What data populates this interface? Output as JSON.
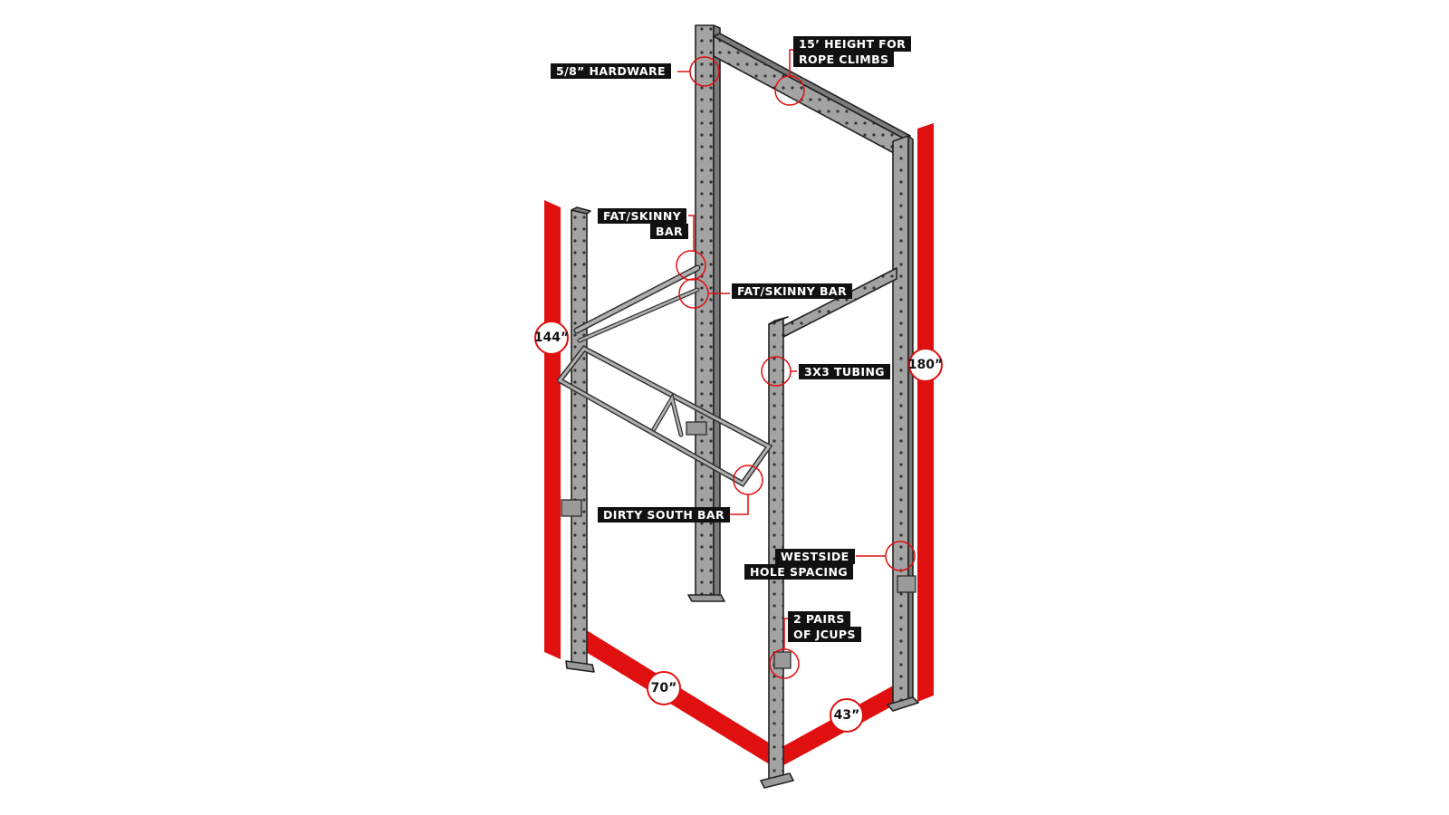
{
  "callouts": {
    "hardware": "5/8” HARDWARE",
    "rope_line1": "15’ HEIGHT FOR",
    "rope_line2": "ROPE CLIMBS",
    "fat_skinny_left_line1": "FAT/SKINNY",
    "fat_skinny_left_line2": "BAR",
    "fat_skinny_right": "FAT/SKINNY BAR",
    "tubing": "3X3 TUBING",
    "dirty_south": "DIRTY SOUTH BAR",
    "westside_line1": "WESTSIDE",
    "westside_line2": "HOLE SPACING",
    "jcups_line1": "2 PAIRS",
    "jcups_line2": "OF JCUPS"
  },
  "dimensions": {
    "height_short": "144”",
    "height_tall": "180”",
    "width": "70”",
    "depth": "43”"
  },
  "colors": {
    "accent_red": "#e01010",
    "steel": "#a3a3a3",
    "label_bg": "#111111"
  }
}
